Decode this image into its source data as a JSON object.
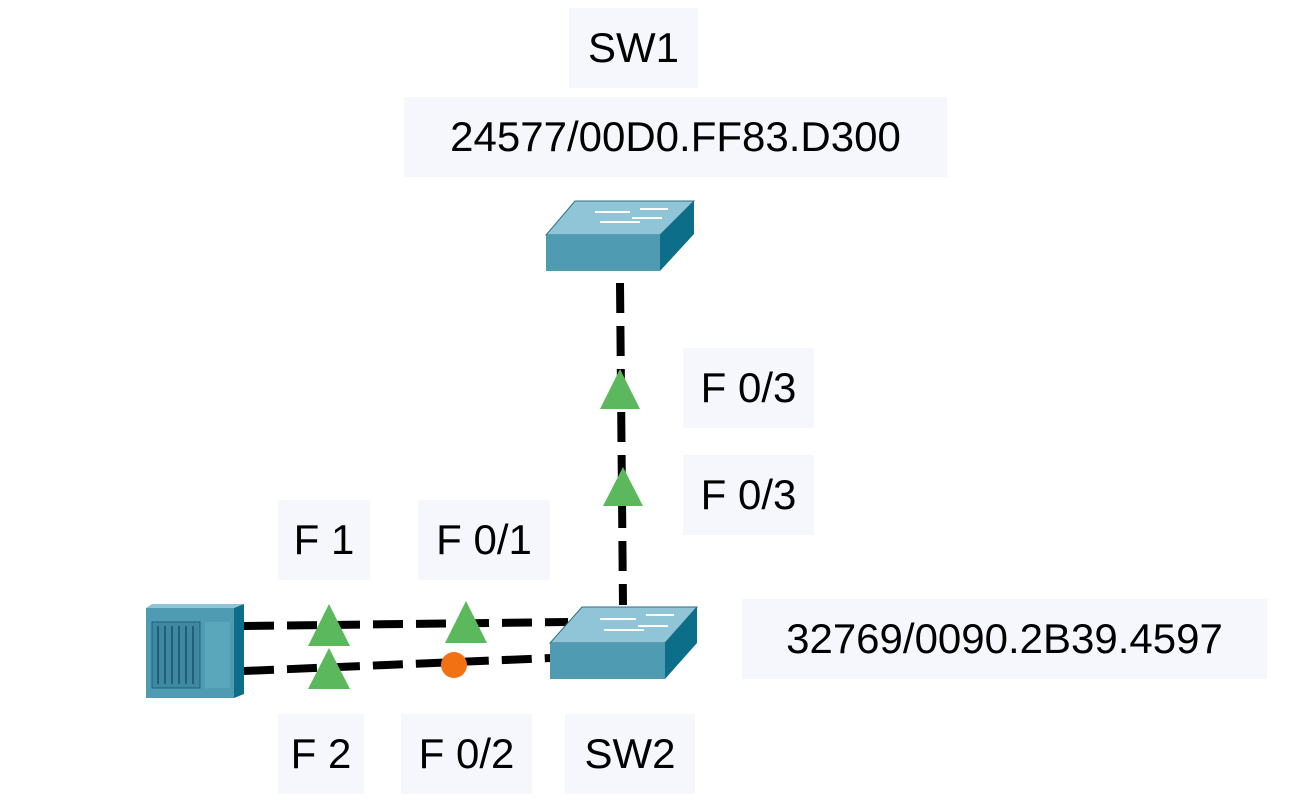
{
  "switches": [
    {
      "name": "SW1",
      "bridge_id": "24577/00D0.FF83.D300"
    },
    {
      "name": "SW2",
      "bridge_id": "32769/0090.2B39.4597"
    }
  ],
  "ports": {
    "sw1_uplink": "F 0/3",
    "sw2_uplink": "F 0/3",
    "sw2_f01": "F 0/1",
    "sw2_f02": "F 0/2",
    "server_f1": "F 1",
    "server_f2": "F 2"
  },
  "port_states": {
    "forwarding_color": "#5cb85c",
    "blocking_color": "#f27213"
  },
  "device_colors": {
    "switch_top": "#8fc5d6",
    "switch_front": "#4f9bb1",
    "switch_side": "#0d6e8a",
    "link": "#000000"
  }
}
